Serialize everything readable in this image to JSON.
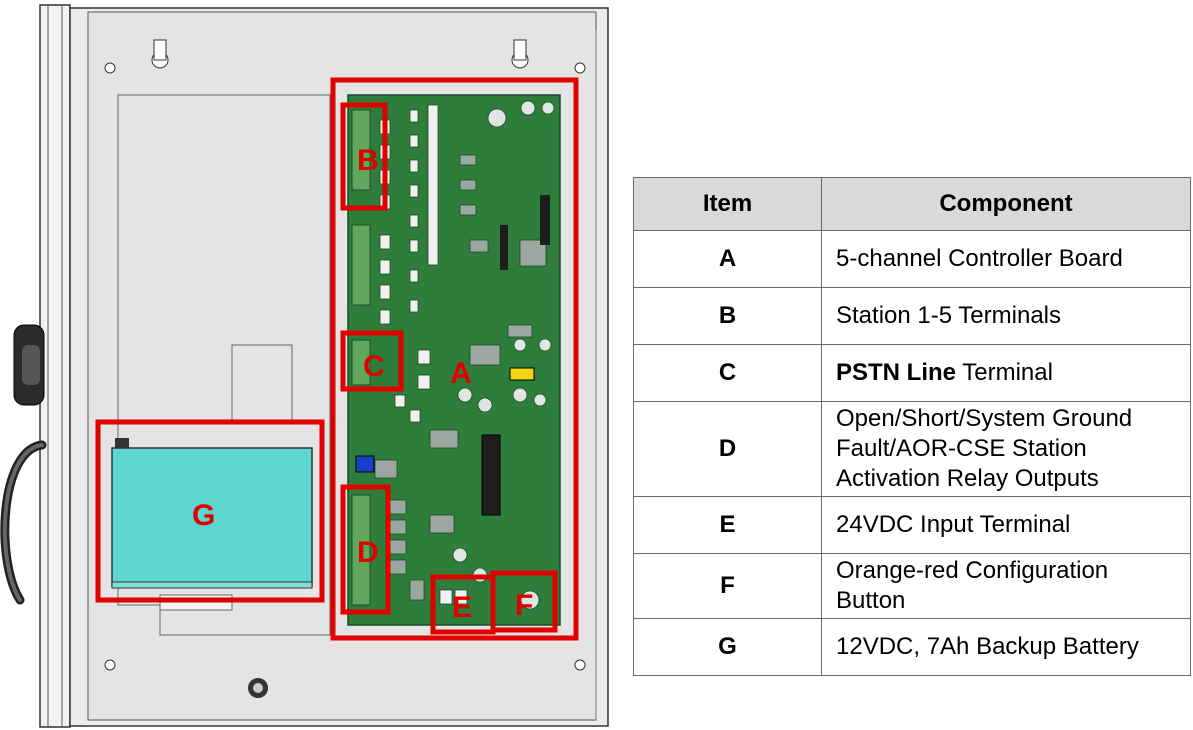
{
  "figure": {
    "callouts": [
      "A",
      "B",
      "C",
      "D",
      "E",
      "F",
      "G"
    ],
    "colors": {
      "callout_red": "#e00000",
      "enclosure_gray": "#e3e3e3",
      "board_green": "#2f7d3a",
      "battery_teal": "#5cd6cf"
    }
  },
  "table": {
    "headers": {
      "item": "Item",
      "component": "Component"
    },
    "rows": [
      {
        "item": "A",
        "component": "5-channel Controller Board"
      },
      {
        "item": "B",
        "component": "Station 1-5 Terminals"
      },
      {
        "item": "C",
        "component_bold": "PSTN Line",
        "component": " Terminal"
      },
      {
        "item": "D",
        "component": "Open/Short/System Ground Fault/AOR-CSE Station Activation Relay Outputs"
      },
      {
        "item": "E",
        "component": "24VDC Input Terminal"
      },
      {
        "item": "F",
        "component": "Orange-red Configuration Button"
      },
      {
        "item": "G",
        "component": "12VDC, 7Ah Backup Battery"
      }
    ]
  }
}
